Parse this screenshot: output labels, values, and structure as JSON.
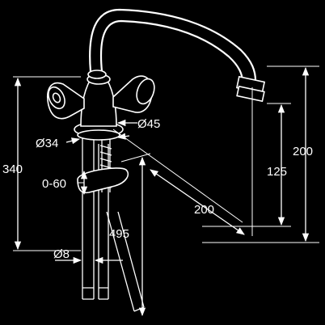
{
  "dimensions": {
    "total_height": "340",
    "spout_projection": "200",
    "spout_height": "200",
    "outlet_height": "125",
    "hose_length": "495",
    "body_diameter": "Ø45",
    "base_diameter": "Ø34",
    "mounting_range": "0-60",
    "pipe_diameter": "Ø8"
  }
}
